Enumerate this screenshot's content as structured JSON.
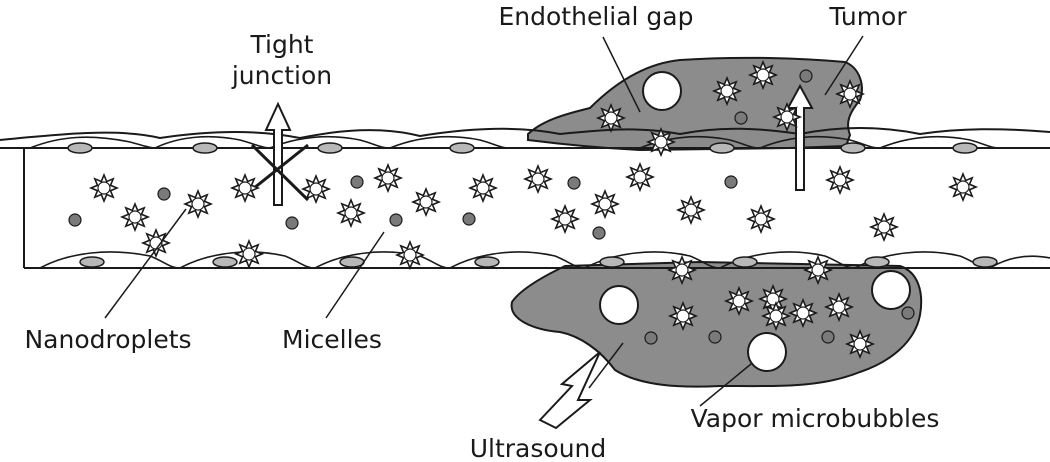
{
  "labels": {
    "tight_junction_line1": "Tight",
    "tight_junction_line2": "junction",
    "endothelial_gap": "Endothelial gap",
    "tumor": "Tumor",
    "nanodroplets": "Nanodroplets",
    "micelles": "Micelles",
    "ultrasound": "Ultrasound",
    "vapor_microbubbles": "Vapor microbubbles"
  },
  "colors": {
    "tumor_fill": "#8c8c8c",
    "micelle_fill": "#7a7a7a",
    "nucleus_fill": "#b8b8b8",
    "outline": "#1a1a1a",
    "background": "#ffffff"
  }
}
